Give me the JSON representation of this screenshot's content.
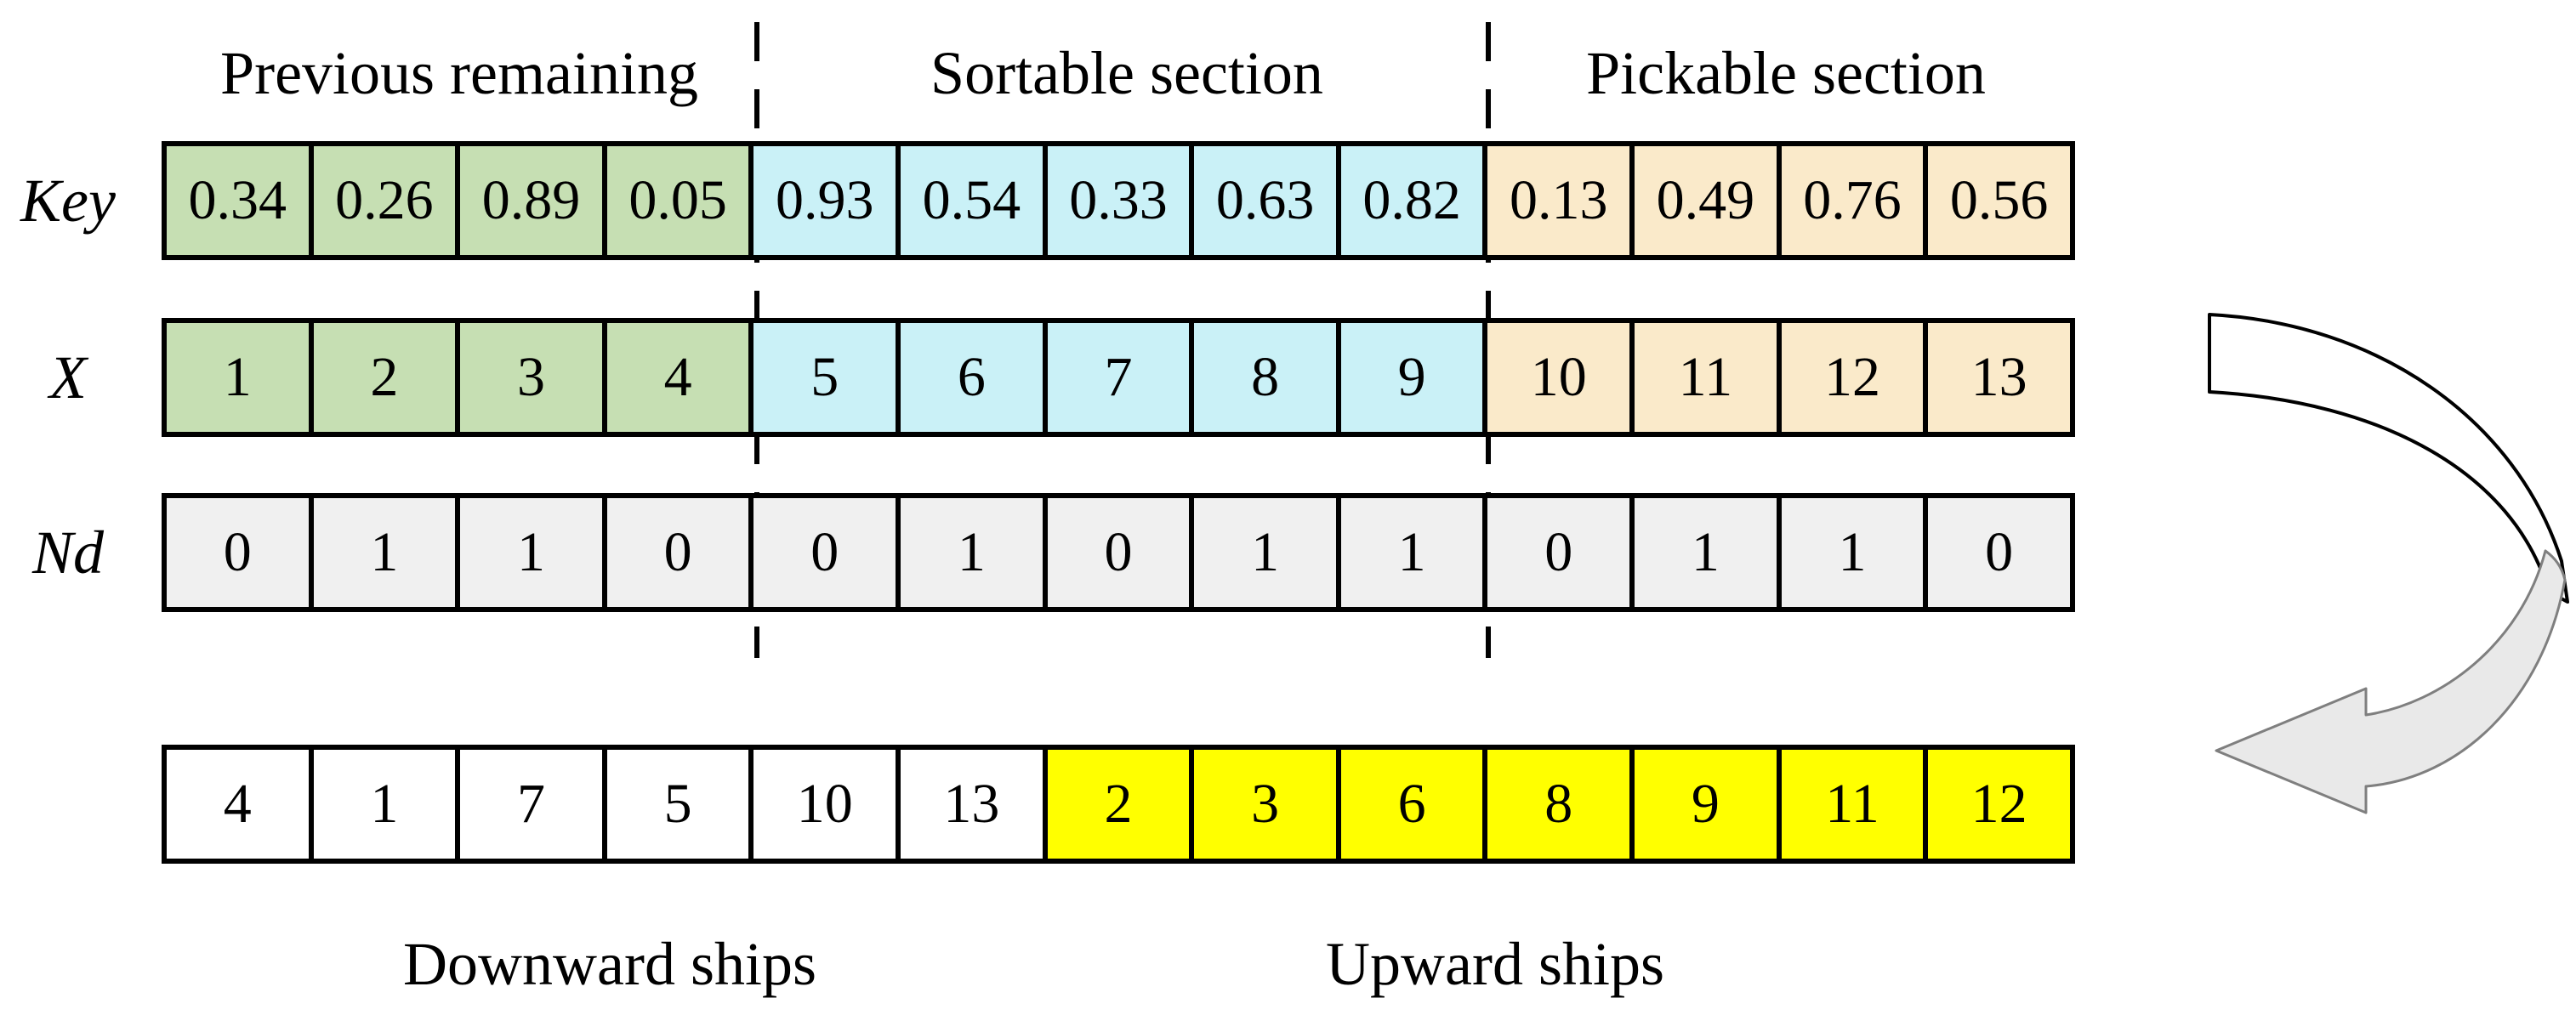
{
  "sections": [
    {
      "label": "Previous remaining"
    },
    {
      "label": "Sortable section"
    },
    {
      "label": "Pickable section"
    }
  ],
  "grid": {
    "rows": [
      {
        "label": "Key",
        "values": [
          "0.34",
          "0.26",
          "0.89",
          "0.05",
          "0.93",
          "0.54",
          "0.33",
          "0.63",
          "0.82",
          "0.13",
          "0.49",
          "0.76",
          "0.56"
        ],
        "cell_colors": [
          "green",
          "green",
          "green",
          "green",
          "cyan",
          "cyan",
          "cyan",
          "cyan",
          "cyan",
          "tan",
          "tan",
          "tan",
          "tan"
        ]
      },
      {
        "label": "X",
        "values": [
          "1",
          "2",
          "3",
          "4",
          "5",
          "6",
          "7",
          "8",
          "9",
          "10",
          "11",
          "12",
          "13"
        ],
        "cell_colors": [
          "green",
          "green",
          "green",
          "green",
          "cyan",
          "cyan",
          "cyan",
          "cyan",
          "cyan",
          "tan",
          "tan",
          "tan",
          "tan"
        ]
      },
      {
        "label": "Nd",
        "values": [
          "0",
          "1",
          "1",
          "0",
          "0",
          "1",
          "0",
          "1",
          "1",
          "0",
          "1",
          "1",
          "0"
        ],
        "cell_colors": [
          "gray",
          "gray",
          "gray",
          "gray",
          "gray",
          "gray",
          "gray",
          "gray",
          "gray",
          "gray",
          "gray",
          "gray",
          "gray"
        ]
      }
    ],
    "result_row": {
      "values": [
        "4",
        "1",
        "7",
        "5",
        "10",
        "13",
        "2",
        "3",
        "6",
        "8",
        "9",
        "11",
        "12"
      ],
      "cell_colors": [
        "white",
        "white",
        "white",
        "white",
        "white",
        "white",
        "yellow",
        "yellow",
        "yellow",
        "yellow",
        "yellow",
        "yellow",
        "yellow"
      ]
    }
  },
  "bottom_labels": {
    "downward": "Downward ships",
    "upward": "Upward ships"
  },
  "arrow": {
    "name": "curved-return-arrow",
    "direction": "left"
  },
  "colors": {
    "green": "#C6DFB3",
    "cyan": "#CAF1F7",
    "tan": "#FAEACA",
    "gray": "#F0F0F0",
    "white": "#FFFFFF",
    "yellow": "#FFFF00",
    "border": "#000000",
    "arrow_fill": "#E9E9E9",
    "arrow_stroke": "#7F7F7F"
  }
}
